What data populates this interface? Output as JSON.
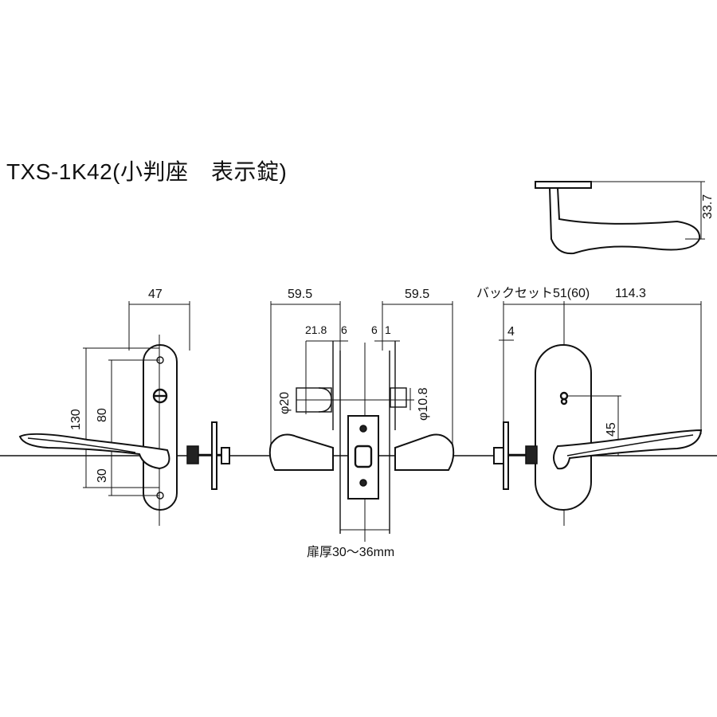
{
  "title": "TXS-1K42(小判座　表示錠)",
  "side_view": {
    "height_dim": "33.7"
  },
  "front_view": {
    "width_dim": "47",
    "height_130": "130",
    "dim_80": "80",
    "dim_30": "30"
  },
  "section_view": {
    "left_dim": "59.5",
    "right_dim": "59.5",
    "dim_21_8": "21.8",
    "dim_6_left": "6",
    "dim_6_right": "6",
    "dim_1": "1",
    "dia_20": "φ20",
    "dia_10_8": "φ10.8",
    "door_thickness": "扉厚30～36mm"
  },
  "back_view": {
    "backset": "バックセット51(60)",
    "length_dim": "114.3",
    "dim_4": "4",
    "dim_45": "45"
  }
}
